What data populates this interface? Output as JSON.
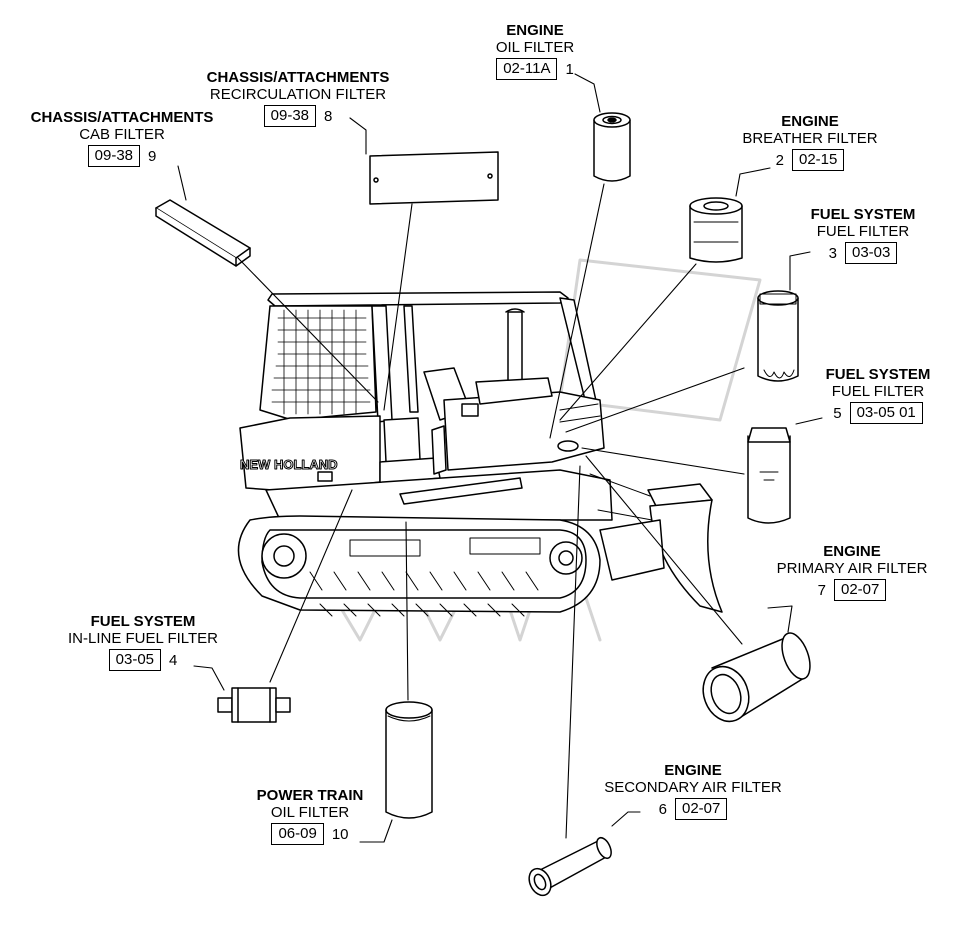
{
  "brand": "NEW HOLLAND",
  "filters": [
    {
      "system": "ENGINE",
      "name": "OIL FILTER",
      "code": "02-11A",
      "num": "1"
    },
    {
      "system": "ENGINE",
      "name": "BREATHER FILTER",
      "code": "02-15",
      "num": "2"
    },
    {
      "system": "FUEL SYSTEM",
      "name": "FUEL FILTER",
      "code": "03-03",
      "num": "3"
    },
    {
      "system": "FUEL SYSTEM",
      "name": "IN-LINE FUEL FILTER",
      "code": "03-05",
      "num": "4"
    },
    {
      "system": "FUEL SYSTEM",
      "name": "FUEL FILTER",
      "code": "03-05 01",
      "num": "5"
    },
    {
      "system": "ENGINE",
      "name": "SECONDARY AIR FILTER",
      "code": "02-07",
      "num": "6"
    },
    {
      "system": "ENGINE",
      "name": "PRIMARY AIR FILTER",
      "code": "02-07",
      "num": "7"
    },
    {
      "system": "CHASSIS/ATTACHMENTS",
      "name": "RECIRCULATION FILTER",
      "code": "09-38",
      "num": "8"
    },
    {
      "system": "CHASSIS/ATTACHMENTS",
      "name": "CAB FILTER",
      "code": "09-38",
      "num": "9"
    },
    {
      "system": "POWER TRAIN",
      "name": "OIL FILTER",
      "code": "06-09",
      "num": "10"
    }
  ]
}
